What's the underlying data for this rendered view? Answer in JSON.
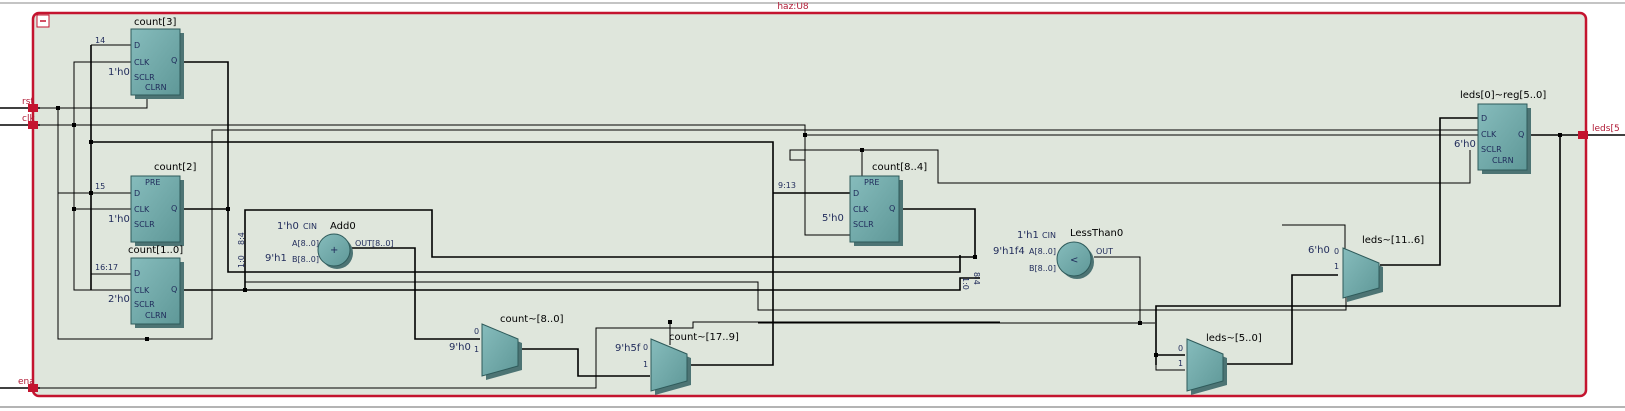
{
  "module": {
    "title": "haz:U8",
    "collapse_glyph": "−"
  },
  "ports": {
    "rst": "rst",
    "clk": "clk",
    "ena": "ena",
    "leds": "leds[5"
  },
  "regs": {
    "count3": {
      "title": "count[3]",
      "d_bits": "14",
      "clk_val": "1'h0",
      "pins": [
        "D",
        "CLK",
        "SCLR",
        "CLRN",
        "Q"
      ]
    },
    "count2": {
      "title": "count[2]",
      "d_bits": "15",
      "clk_val": "1'h0",
      "pins": [
        "PRE",
        "D",
        "CLK",
        "SCLR",
        "Q"
      ]
    },
    "count10": {
      "title": "count[1..0]",
      "d_bits": "16:17",
      "clk_val": "2'h0",
      "pins": [
        "D",
        "CLK",
        "SCLR",
        "CLRN",
        "Q"
      ]
    },
    "count84": {
      "title": "count[8..4]",
      "d_bits": "9:13",
      "clk_val": "5'h0",
      "pins": [
        "PRE",
        "D",
        "CLK",
        "SCLR",
        "Q"
      ]
    },
    "leds": {
      "title": "leds[0]~reg[5..0]",
      "clk_val": "6'h0",
      "pins": [
        "D",
        "CLK",
        "SCLR",
        "CLRN",
        "Q"
      ]
    }
  },
  "add0": {
    "title": "Add0",
    "cin": "1'h0",
    "cin_pin": "CIN",
    "a_pin": "A[8..0]",
    "b_val": "9'h1",
    "b_pin": "B[8..0]",
    "out_pin": "OUT[8..0]",
    "op": "+"
  },
  "lessthan0": {
    "title": "LessThan0",
    "cin": "1'h1",
    "cin_pin": "CIN",
    "a_val": "9'h1f4",
    "a_pin": "A[8..0]",
    "b_pin": "B[8..0]",
    "out_pin": "OUT",
    "op": "<"
  },
  "muxes": {
    "count80": {
      "title": "count~[8..0]",
      "in0": "0",
      "in1": "1",
      "const": "9'h0"
    },
    "count179": {
      "title": "count~[17..9]",
      "in0": "0",
      "in1": "1",
      "const": "9'h5f"
    },
    "leds50": {
      "title": "leds~[5..0]",
      "in0": "0",
      "in1": "1"
    },
    "leds116": {
      "title": "leds~[11..6]",
      "in0": "0",
      "in1": "1",
      "const": "6'h0"
    }
  },
  "bus_taps": {
    "t1": "8:4",
    "t2": "1:0",
    "t3": "8:4",
    "t4": "1:0"
  }
}
